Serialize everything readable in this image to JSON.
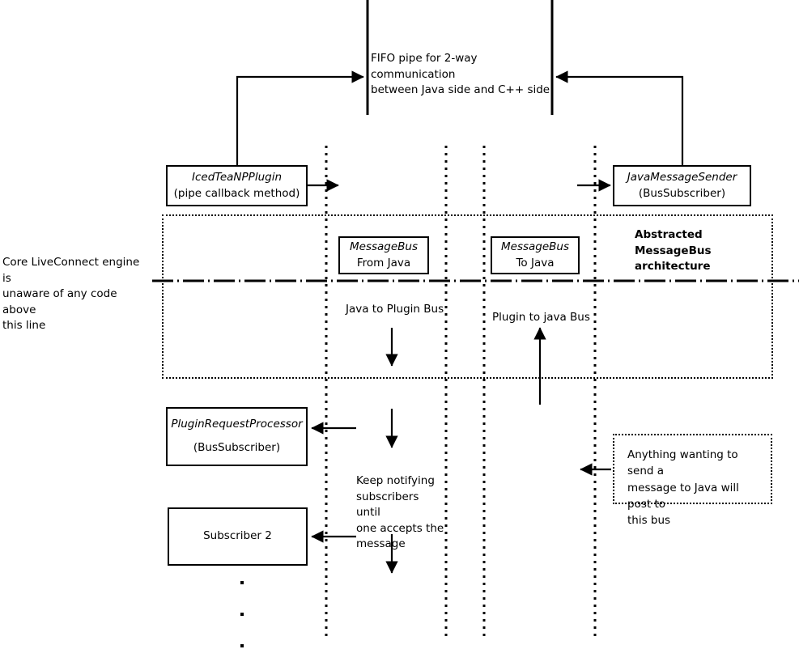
{
  "diagram": {
    "title_text": "Abstracted MessageBus architecture",
    "fifo_note": "FIFO pipe for 2-way communication\nbetween Java side and C++ side",
    "left_note": "Core LiveConnect engine is\nunaware of any code above\nthis line",
    "java_to_plugin_label": "Java to Plugin Bus",
    "plugin_to_java_label": "Plugin to java Bus",
    "keep_notifying_label": "Keep notifying\nsubscribers until\none accepts the\nmessage",
    "post_note": "Anything wanting to send a\nmessage to Java will post to\nthis bus"
  },
  "nodes": {
    "icedtea": {
      "line1": "IcedTeaNPPlugin",
      "line2": "(pipe callback method)"
    },
    "java_message_sender": {
      "line1": "JavaMessageSender",
      "line2": "(BusSubscriber)"
    },
    "messagebus_from_java": {
      "line1": "MessageBus",
      "line2": "From Java"
    },
    "messagebus_to_java": {
      "line1": "MessageBus",
      "line2": "To Java"
    },
    "plugin_request_processor": {
      "line1": "PluginRequestProcessor",
      "line2": "(BusSubscriber)"
    },
    "subscriber2": {
      "line1": "Subscriber 2",
      "line2": ""
    }
  },
  "colors": {
    "stroke": "#000000",
    "background": "#ffffff"
  }
}
